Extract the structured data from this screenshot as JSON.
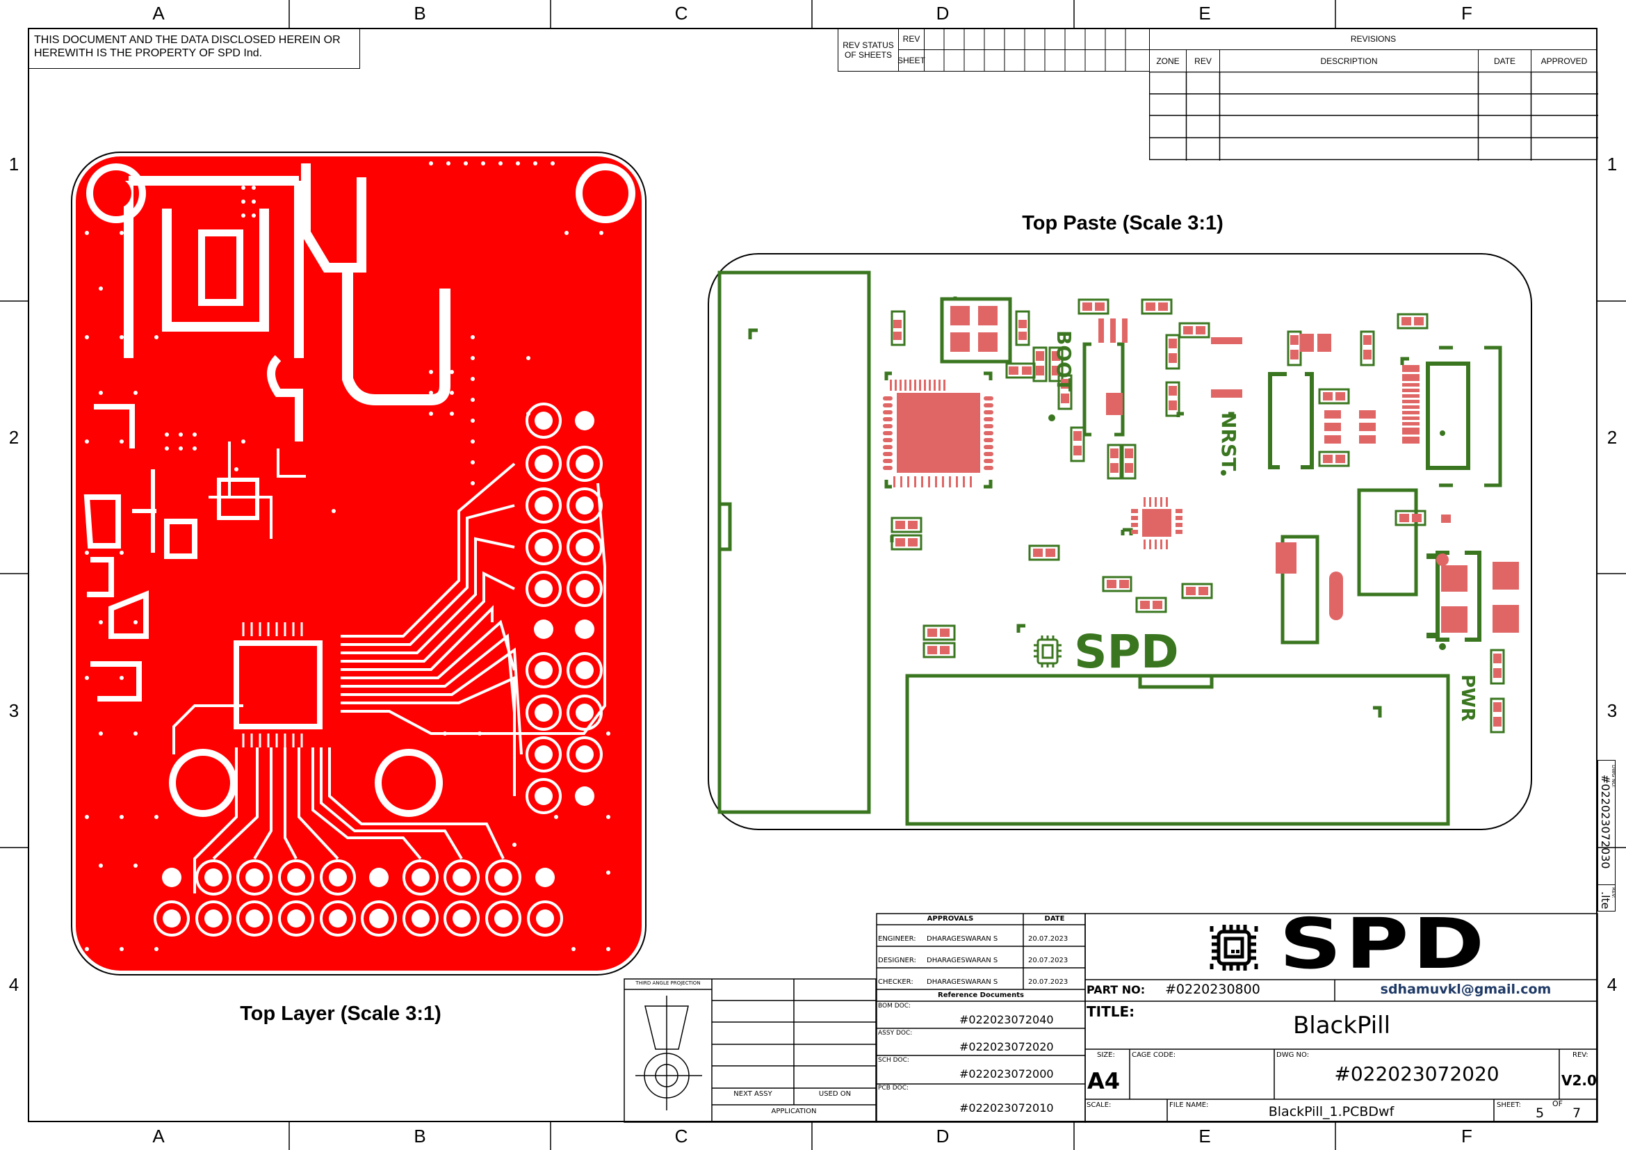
{
  "sheet": {
    "column_zones": [
      "A",
      "B",
      "C",
      "D",
      "E",
      "F"
    ],
    "row_zones": [
      "1",
      "2",
      "3",
      "4"
    ],
    "property_notice": [
      "THIS DOCUMENT AND THE DATA DISCLOSED HEREIN OR",
      "HEREWITH IS THE PROPERTY OF  SPD Ind."
    ]
  },
  "rev_status": {
    "label_line1": "REV STATUS",
    "label_line2": "OF SHEETS",
    "rev_label": "REV",
    "sheet_label": "SHEET"
  },
  "revisions": {
    "title": "REVISIONS",
    "headers": [
      "ZONE",
      "REV",
      "DESCRIPTION",
      "DATE",
      "APPROVED"
    ],
    "rows": 4
  },
  "views": {
    "top_layer_label": "Top Layer (Scale 3:1)",
    "top_paste_label": "Top Paste (Scale 3:1)",
    "silk_labels": {
      "boot": "BOOT",
      "nrst": "NRST",
      "pwr": "PWR",
      "logo": "SPD"
    }
  },
  "colors": {
    "copper": "#FF0000",
    "paste": "#E06666",
    "silkscreen": "#3A761F",
    "email": "#1F3A66"
  },
  "title_block": {
    "approvals_header": "APPROVALS",
    "date_header": "DATE",
    "approvals": [
      {
        "role": "ENGINEER:",
        "name": "DHARAGESWARAN S",
        "date": "20.07.2023"
      },
      {
        "role": "DESIGNER:",
        "name": "DHARAGESWARAN S",
        "date": "20.07.2023"
      },
      {
        "role": "CHECKER:",
        "name": "DHARAGESWARAN S",
        "date": "20.07.2023"
      }
    ],
    "reference_header": "Reference Documents",
    "references": [
      {
        "label": "BOM DOC:",
        "value": "#022023072040"
      },
      {
        "label": "ASSY DOC:",
        "value": "#022023072020"
      },
      {
        "label": "SCH DOC:",
        "value": "#022023072000"
      },
      {
        "label": "PCB DOC:",
        "value": "#022023072010"
      }
    ],
    "logo_text": "SPD",
    "part_no_label": "PART NO:",
    "part_no": "#0220230800",
    "email": "sdhamuvkl@gmail.com",
    "title_label": "TITLE:",
    "title": "BlackPill",
    "size_label": "SIZE:",
    "size": "A4",
    "cage_code_label": "CAGE CODE:",
    "dwg_no_label": "DWG NO:",
    "dwg_no": "#022023072020",
    "rev_label": "REV:",
    "rev": "V2.0",
    "scale_label": "SCALE:",
    "file_name_label": "FILE NAME:",
    "file_name": "BlackPill_1.PCBDwf",
    "sheet_label": "SHEET:",
    "sheet": "5",
    "of_label": "OF",
    "sheet_total": "7"
  },
  "projection": {
    "label": "THIRD ANGLE PROJECTION",
    "next_assy": "NEXT ASSY",
    "used_on": "USED ON",
    "application": "APPLICATION"
  },
  "side_stamp": {
    "dwg_no_label": "DWG NO:",
    "dwg_no": "#022023072030",
    "rev_label": "REV:",
    "rev": ".lte"
  }
}
